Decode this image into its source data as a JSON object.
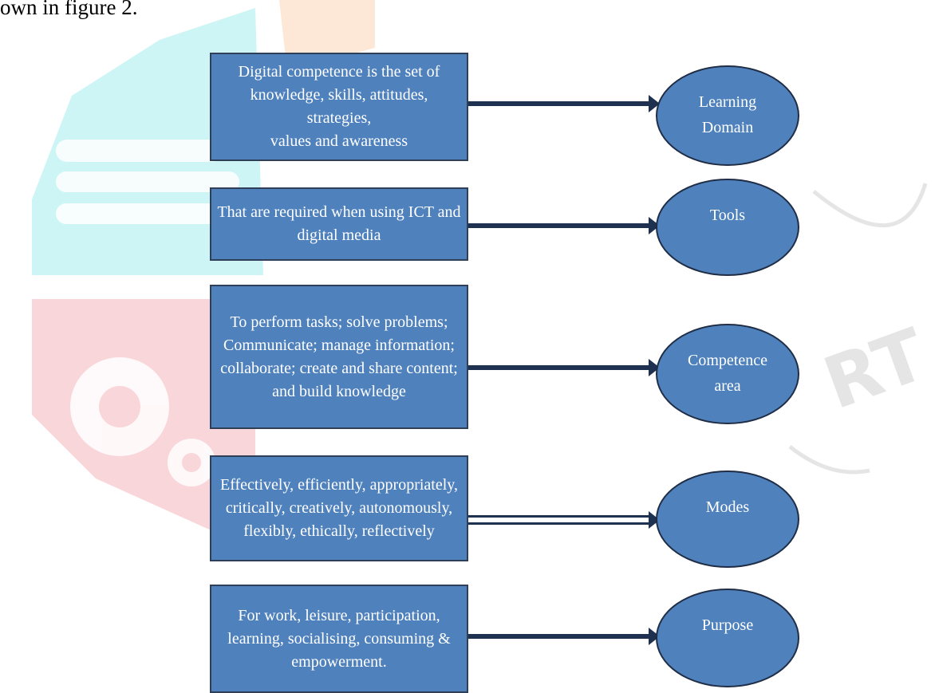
{
  "caption": "own in figure 2.",
  "watermark": {
    "letters": "RT",
    "colors": {
      "teal": "#cdf5f6",
      "pink": "#f9d6d9",
      "peach": "#fde8d7",
      "grey": "#e5e5e5"
    }
  },
  "diagram": {
    "box_color": "#4f81bd",
    "border_color": "#2e3f57",
    "arrow_color": "#1f3150",
    "rows": [
      {
        "box_lines": [
          "Digital competence is the set of",
          "knowledge, skills, attitudes, strategies,",
          "values and awareness"
        ],
        "ellipse_lines": [
          "Learning",
          "Domain"
        ]
      },
      {
        "box_lines": [
          "That are required when using ICT and",
          "digital media"
        ],
        "ellipse_lines": [
          "Tools"
        ]
      },
      {
        "box_lines": [
          "To perform tasks; solve problems;",
          "Communicate; manage information;",
          "collaborate; create and share content;",
          "and build knowledge"
        ],
        "ellipse_lines": [
          "Competence",
          "area"
        ]
      },
      {
        "box_lines": [
          "Effectively, efficiently, appropriately,",
          "critically, creatively, autonomously,",
          "flexibly, ethically, reflectively"
        ],
        "ellipse_lines": [
          "Modes"
        ]
      },
      {
        "box_lines": [
          "For work, leisure, participation,",
          "learning, socialising, consuming &",
          "empowerment."
        ],
        "ellipse_lines": [
          "Purpose"
        ]
      }
    ]
  }
}
